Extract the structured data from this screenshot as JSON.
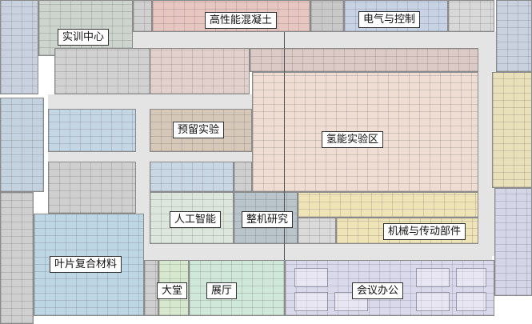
{
  "colors": {
    "corridor": "#e4e4e4",
    "training": "#cdd3cd",
    "high_performance_concrete": "#e7c6c1",
    "electrical_control": "#c7d3e4",
    "hydrogen": "#efdcd2",
    "reserved": "#d6c8b8",
    "blade_composite": "#bcd6e4",
    "ai": "#dce6dc",
    "machine_research": "#b9c4cb",
    "mechanical": "#efe3b8",
    "meeting_office": "#dad9ec",
    "lobby": "#d6e8cd",
    "exhibition": "#cfe8d9",
    "left_rooms": "#c9d1df",
    "right_rooms": "#e8e0b8",
    "lab_rooms": "#d1d1d1"
  },
  "zones": {
    "training_center": "实训中心",
    "high_performance_concrete": "高性能混凝土",
    "electrical_control": "电气与控制",
    "reserved_lab": "预留实验",
    "hydrogen_lab": "氢能实验区",
    "artificial_intelligence": "人工智能",
    "machine_research": "整机研究",
    "mechanical_transmission": "机械与传动部件",
    "blade_composite": "叶片复合材料",
    "lobby": "大堂",
    "exhibition_hall": "展厅",
    "meeting_office": "会议办公"
  }
}
